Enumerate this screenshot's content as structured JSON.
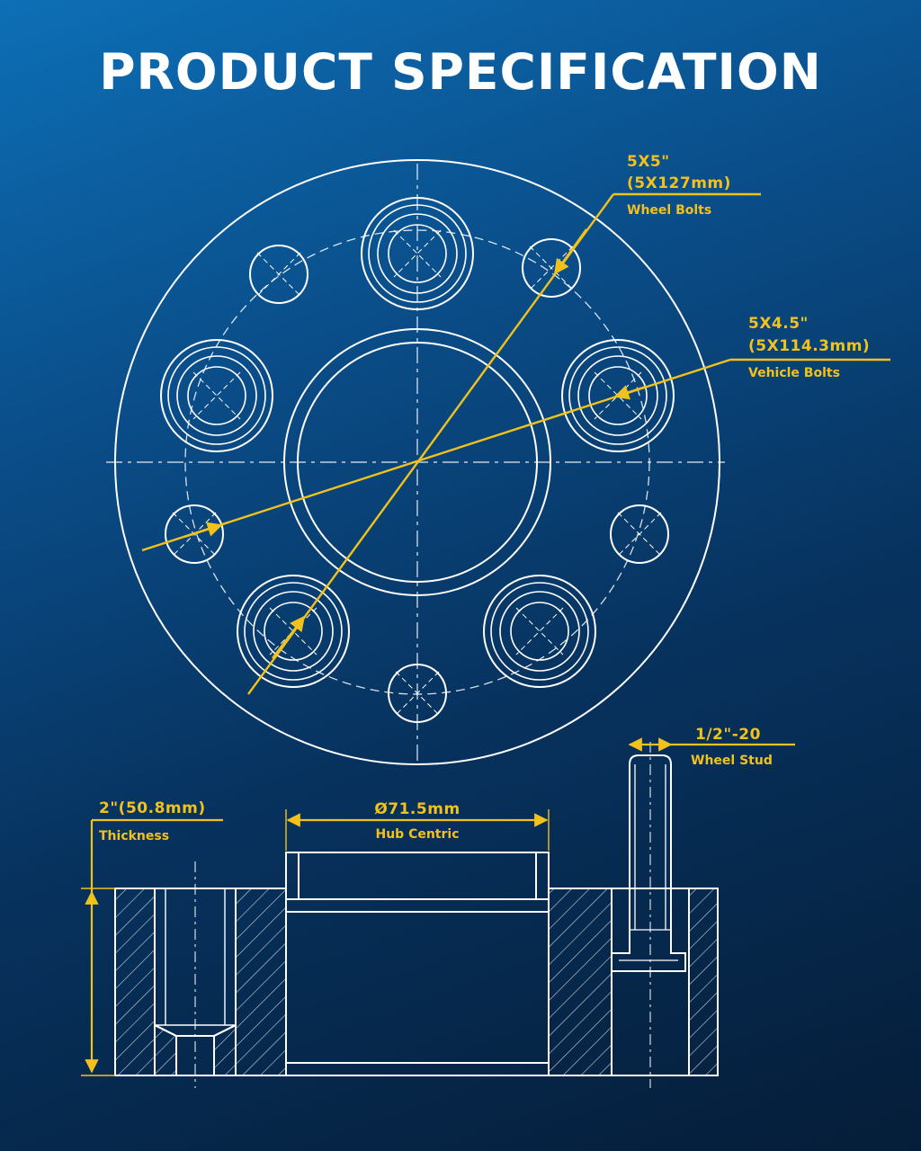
{
  "title": "PRODUCT SPECIFICATION",
  "callouts": {
    "wheel_bolts": {
      "value": "5X5\"",
      "value_mm": "(5X127mm)",
      "label": "Wheel Bolts"
    },
    "vehicle_bolts": {
      "value": "5X4.5\"",
      "value_mm": "(5X114.3mm)",
      "label": "Vehicle Bolts"
    },
    "wheel_stud": {
      "value": "1/2\"-20",
      "label": "Wheel Stud"
    },
    "thickness": {
      "value": "2\"(50.8mm)",
      "label": "Thickness"
    },
    "hub_centric": {
      "value": "Ø71.5mm",
      "label": "Hub Centric"
    }
  },
  "colors": {
    "accent": "#f2c21c",
    "line": "#ffffff",
    "background_top": "#0d6fb6",
    "background_bottom": "#051d38"
  }
}
